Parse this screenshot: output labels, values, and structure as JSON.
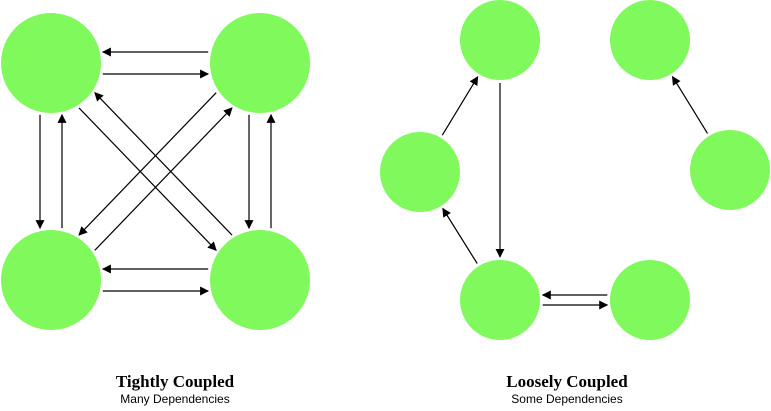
{
  "colors": {
    "node_fill": "#80f95d",
    "edge_stroke": "#000000",
    "background": "#ffffff"
  },
  "tightly_coupled": {
    "title": "Tightly Coupled",
    "subtitle": "Many Dependencies",
    "nodes": [
      "top-left",
      "top-right",
      "bottom-left",
      "bottom-right"
    ],
    "edges": [
      {
        "from": "top-right",
        "to": "top-left"
      },
      {
        "from": "top-left",
        "to": "top-right"
      },
      {
        "from": "top-left",
        "to": "bottom-left"
      },
      {
        "from": "bottom-left",
        "to": "top-left"
      },
      {
        "from": "top-right",
        "to": "bottom-right"
      },
      {
        "from": "bottom-right",
        "to": "top-right"
      },
      {
        "from": "bottom-right",
        "to": "bottom-left"
      },
      {
        "from": "bottom-left",
        "to": "bottom-right"
      },
      {
        "from": "top-left",
        "to": "bottom-right"
      },
      {
        "from": "bottom-right",
        "to": "top-left"
      },
      {
        "from": "top-right",
        "to": "bottom-left"
      },
      {
        "from": "bottom-left",
        "to": "top-right"
      }
    ]
  },
  "loosely_coupled": {
    "title": "Loosely Coupled",
    "subtitle": "Some Dependencies",
    "nodes": [
      "top",
      "left",
      "bottom",
      "bottom-right",
      "top-right",
      "right"
    ],
    "edges": [
      {
        "from": "left",
        "to": "top"
      },
      {
        "from": "top",
        "to": "bottom"
      },
      {
        "from": "bottom",
        "to": "left"
      },
      {
        "from": "bottom",
        "to": "bottom-right"
      },
      {
        "from": "bottom-right",
        "to": "bottom"
      },
      {
        "from": "right",
        "to": "top-right"
      }
    ]
  }
}
